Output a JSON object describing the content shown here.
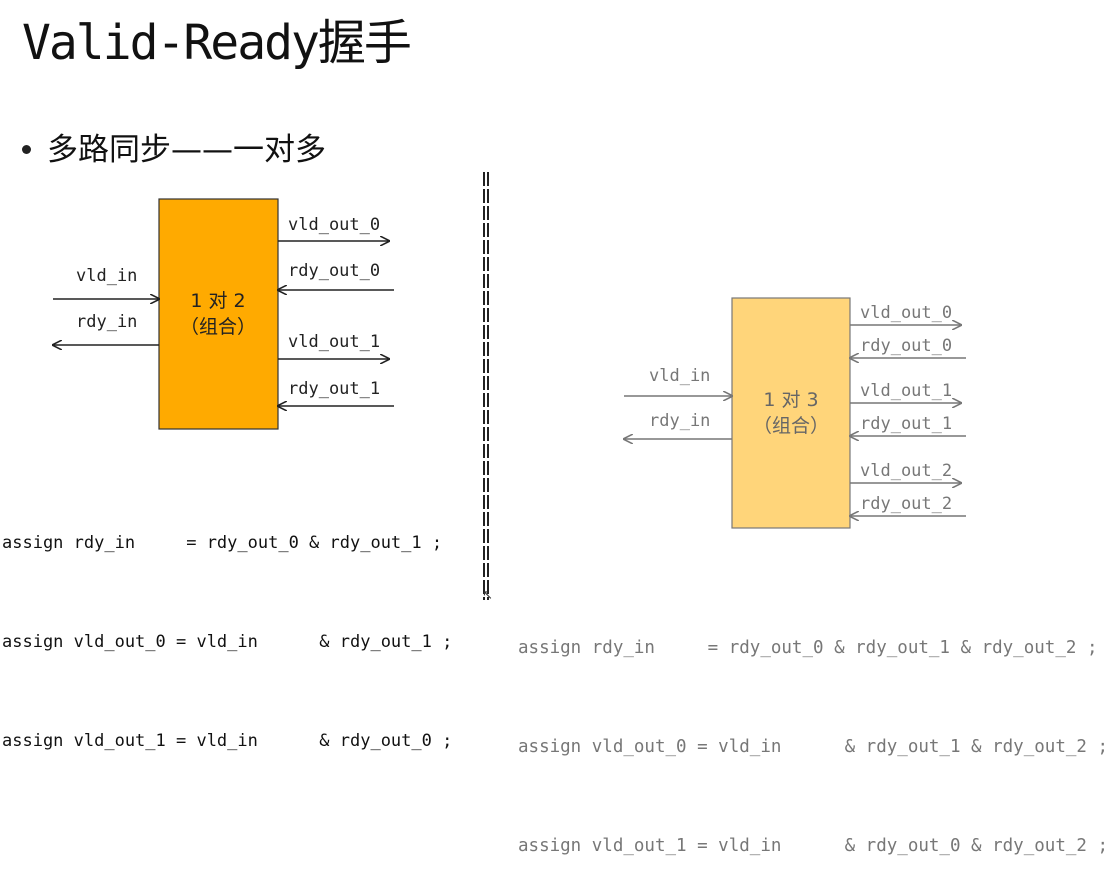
{
  "title": "Valid-Ready握手",
  "bullet": "多路同步——一对多",
  "left_diagram": {
    "box_line1": "1 对 2",
    "box_line2": "（组合）",
    "vld_in": "vld_in",
    "rdy_in": "rdy_in",
    "outputs": [
      {
        "vld": "vld_out_0",
        "rdy": "rdy_out_0"
      },
      {
        "vld": "vld_out_1",
        "rdy": "rdy_out_1"
      }
    ],
    "box_color": "#FFAA00",
    "code": [
      "assign rdy_in     = rdy_out_0 & rdy_out_1 ;",
      "assign vld_out_0 = vld_in      & rdy_out_1 ;",
      "assign vld_out_1 = vld_in      & rdy_out_0 ;"
    ]
  },
  "right_diagram": {
    "box_line1": "1 对 3",
    "box_line2": "（组合）",
    "vld_in": "vld_in",
    "rdy_in": "rdy_in",
    "outputs": [
      {
        "vld": "vld_out_0",
        "rdy": "rdy_out_0"
      },
      {
        "vld": "vld_out_1",
        "rdy": "rdy_out_1"
      },
      {
        "vld": "vld_out_2",
        "rdy": "rdy_out_2"
      }
    ],
    "box_color": "#FFD57A",
    "code": [
      "assign rdy_in     = rdy_out_0 & rdy_out_1 & rdy_out_2 ;",
      "assign vld_out_0 = vld_in      & rdy_out_1 & rdy_out_2 ;",
      "assign vld_out_1 = vld_in      & rdy_out_0 & rdy_out_2 ;"
    ]
  }
}
